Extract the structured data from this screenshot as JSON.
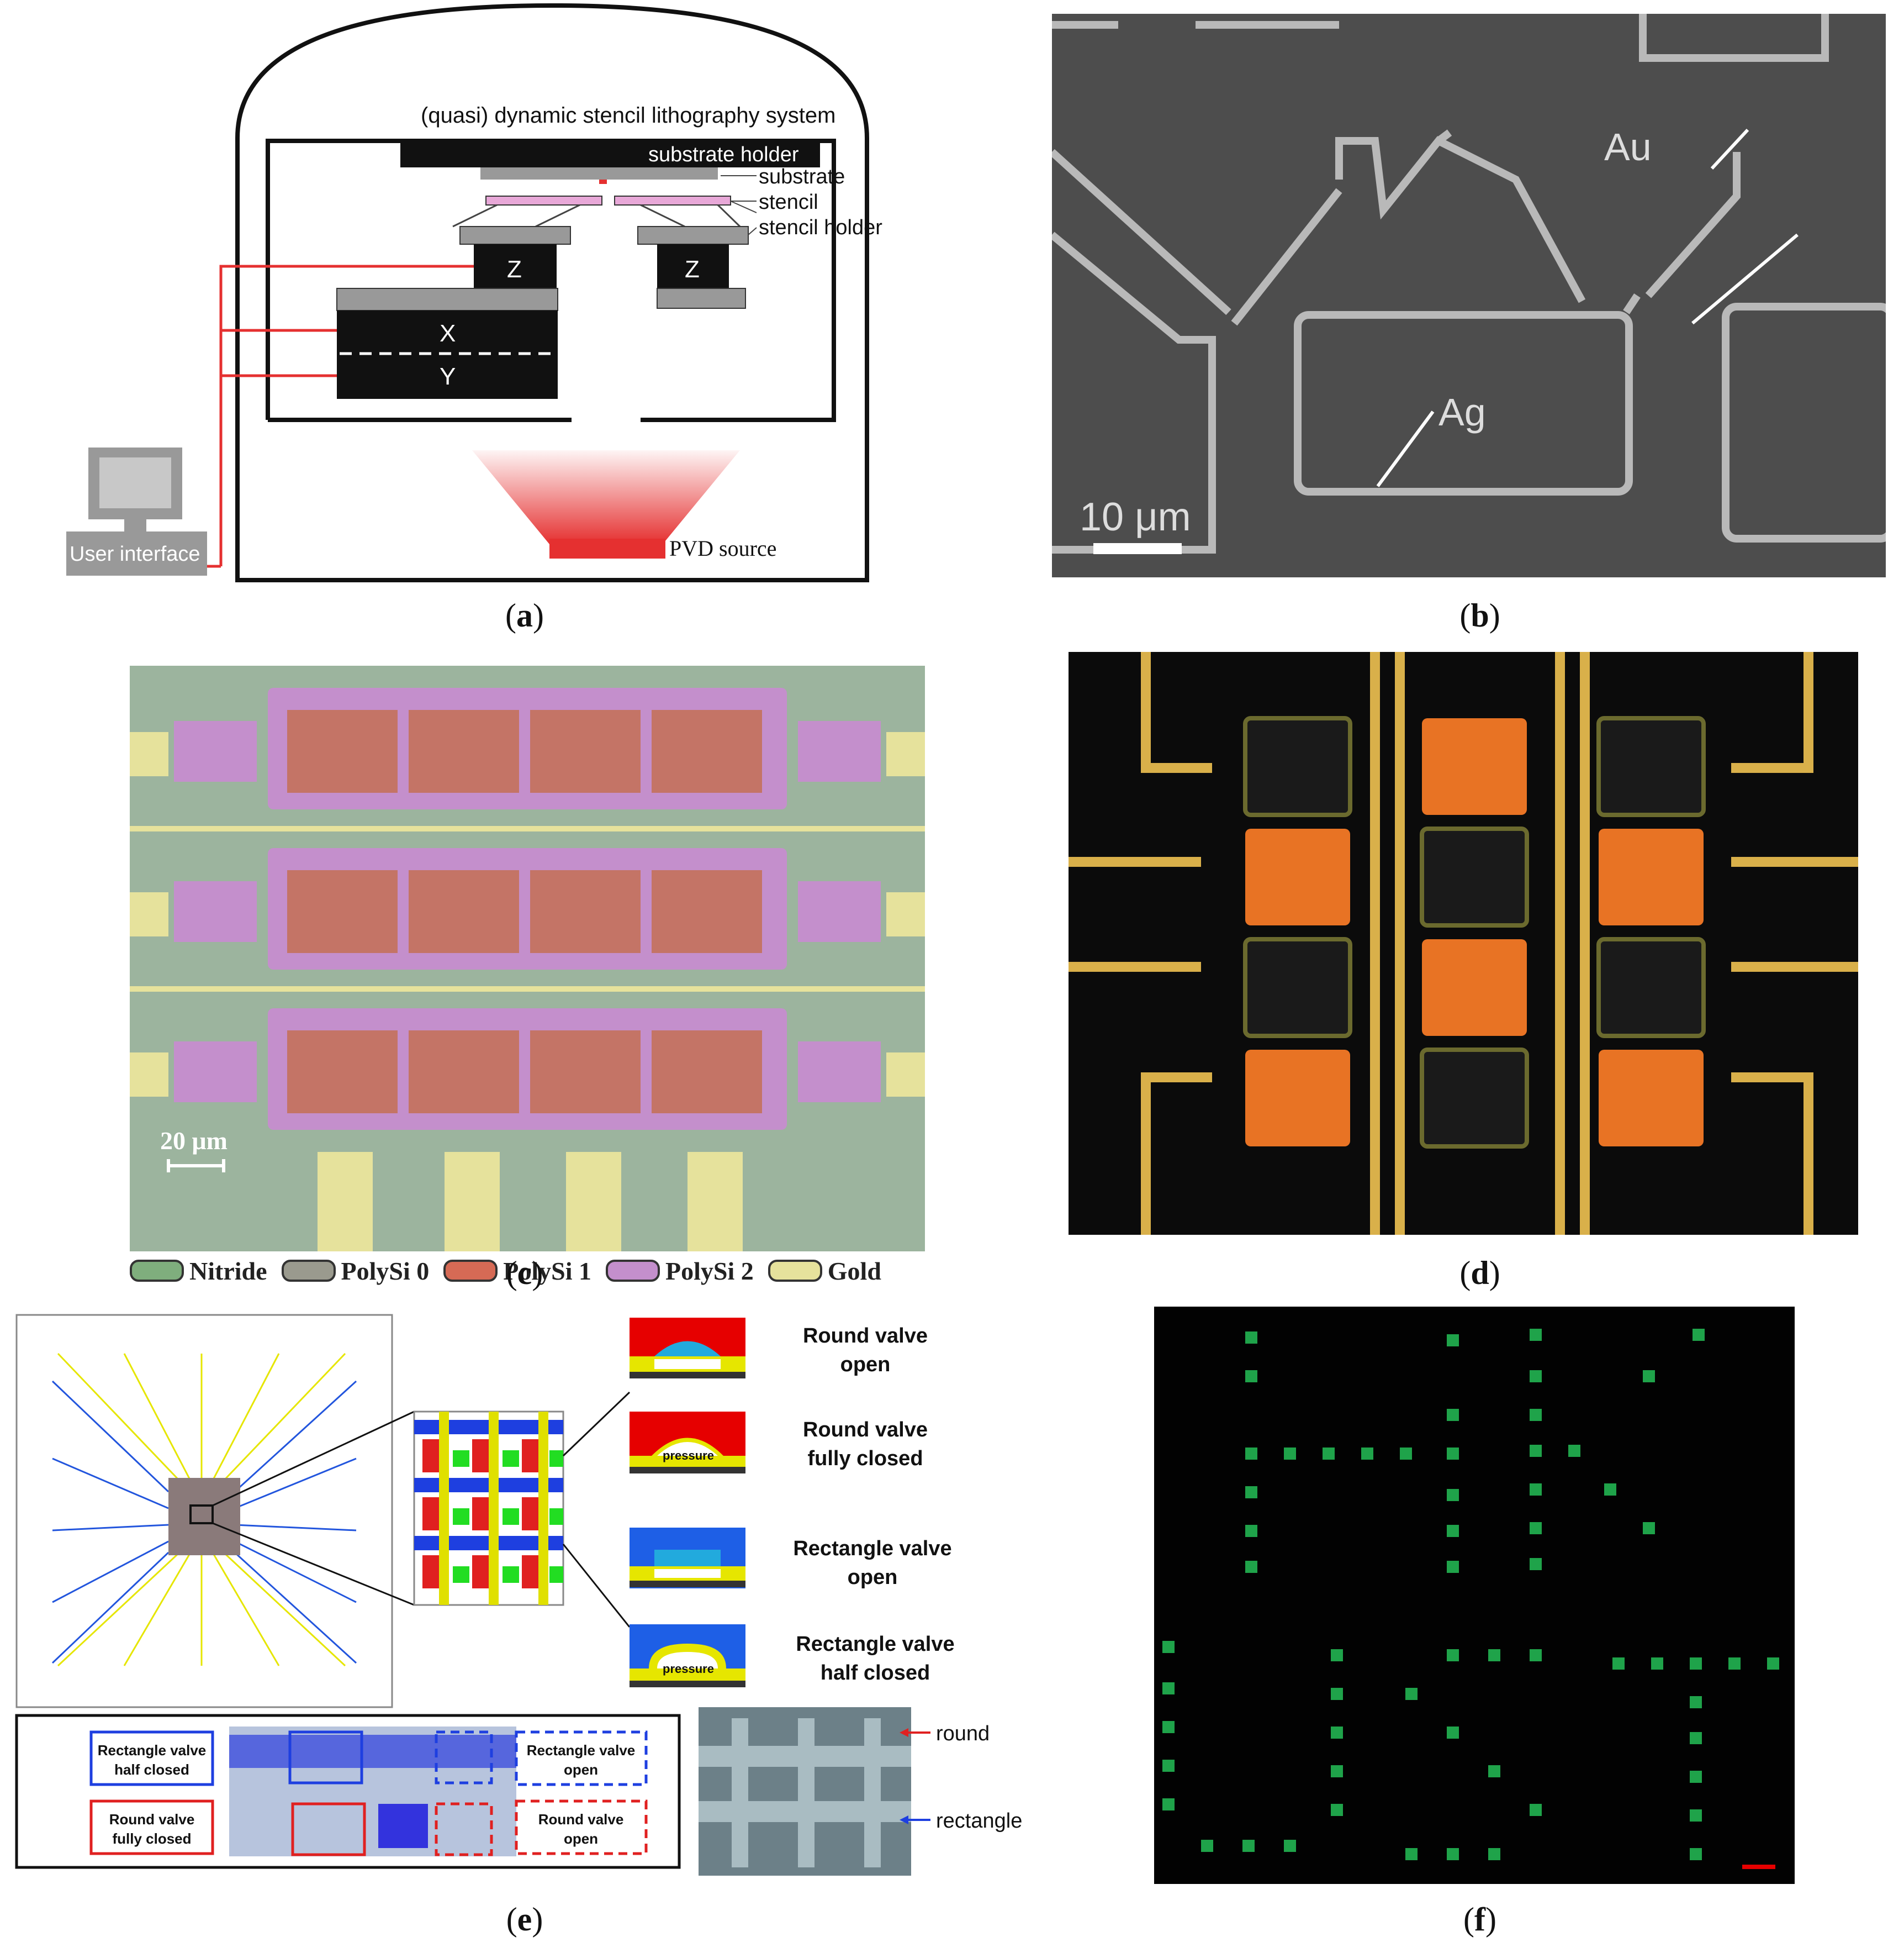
{
  "panel_a": {
    "system_title": "(quasi) dynamic stencil lithography system",
    "substrate_holder": "substrate holder",
    "substrate": "substrate",
    "stencil": "stencil",
    "stencil_holder": "stencil holder",
    "z_left": "Z",
    "z_right": "Z",
    "x": "X",
    "y": "Y",
    "user_interface": "User interface",
    "pvd_source": "PVD source",
    "caption": "a"
  },
  "panel_b": {
    "label_au": "Au",
    "label_ag": "Ag",
    "scale": "10 μm",
    "caption": "b"
  },
  "panel_c": {
    "scale": "20 μm",
    "legend": [
      {
        "label": "Nitride",
        "color": "#7fae7d"
      },
      {
        "label": "PolySi 0",
        "color": "#9a9a8e"
      },
      {
        "label": "PolySi 1",
        "color": "#d66a55"
      },
      {
        "label": "PolySi 2",
        "color": "#c48fcc"
      },
      {
        "label": "Gold",
        "color": "#e6e29c"
      }
    ],
    "caption": "c"
  },
  "panel_d": {
    "caption": "d"
  },
  "panel_e": {
    "round_open": [
      "Round valve",
      "open"
    ],
    "round_closed": [
      "Round valve",
      "fully closed"
    ],
    "rect_open": [
      "Rectangle valve",
      "open"
    ],
    "rect_half": [
      "Rectangle valve",
      "half closed"
    ],
    "pressure": "pressure",
    "box_rect_half": [
      "Rectangle valve",
      "half closed"
    ],
    "box_round_full": [
      "Round valve",
      "fully closed"
    ],
    "box_rect_open": [
      "Rectangle valve",
      "open"
    ],
    "box_round_open": [
      "Round valve",
      "open"
    ],
    "round": "round",
    "rectangle": "rectangle",
    "caption": "e"
  },
  "panel_f": {
    "caption": "f"
  }
}
